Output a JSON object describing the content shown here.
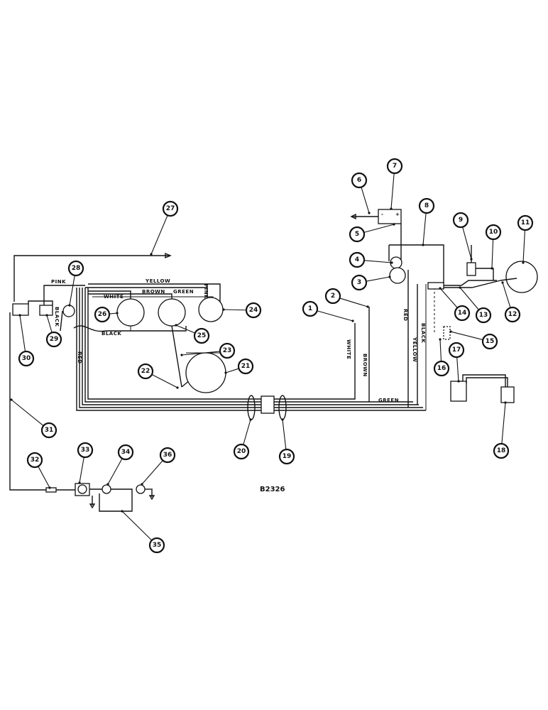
{
  "diagram_ref": "B2326",
  "callouts": [
    "1",
    "2",
    "3",
    "4",
    "5",
    "6",
    "7",
    "8",
    "9",
    "10",
    "11",
    "12",
    "13",
    "14",
    "15",
    "16",
    "17",
    "18",
    "19",
    "20",
    "21",
    "22",
    "23",
    "24",
    "25",
    "26",
    "27",
    "28",
    "29",
    "30",
    "31",
    "32",
    "33",
    "34",
    "35",
    "36"
  ],
  "wire_labels": {
    "yellow_top": "YELLOW",
    "pink_left": "PINK",
    "pink_vertical": "PINK",
    "white_gauge": "WHITE",
    "brown_gauge": "BROWN",
    "green_gauge": "GREEN",
    "black_left": "BLACK",
    "black_vertical": "BLACK",
    "red_left": "RED",
    "white_right": "WHITE",
    "brown_right": "BROWN",
    "red_right": "RED",
    "yellow_right": "YELLOW",
    "black_right": "BLACK",
    "green_bottom": "GREEN"
  }
}
